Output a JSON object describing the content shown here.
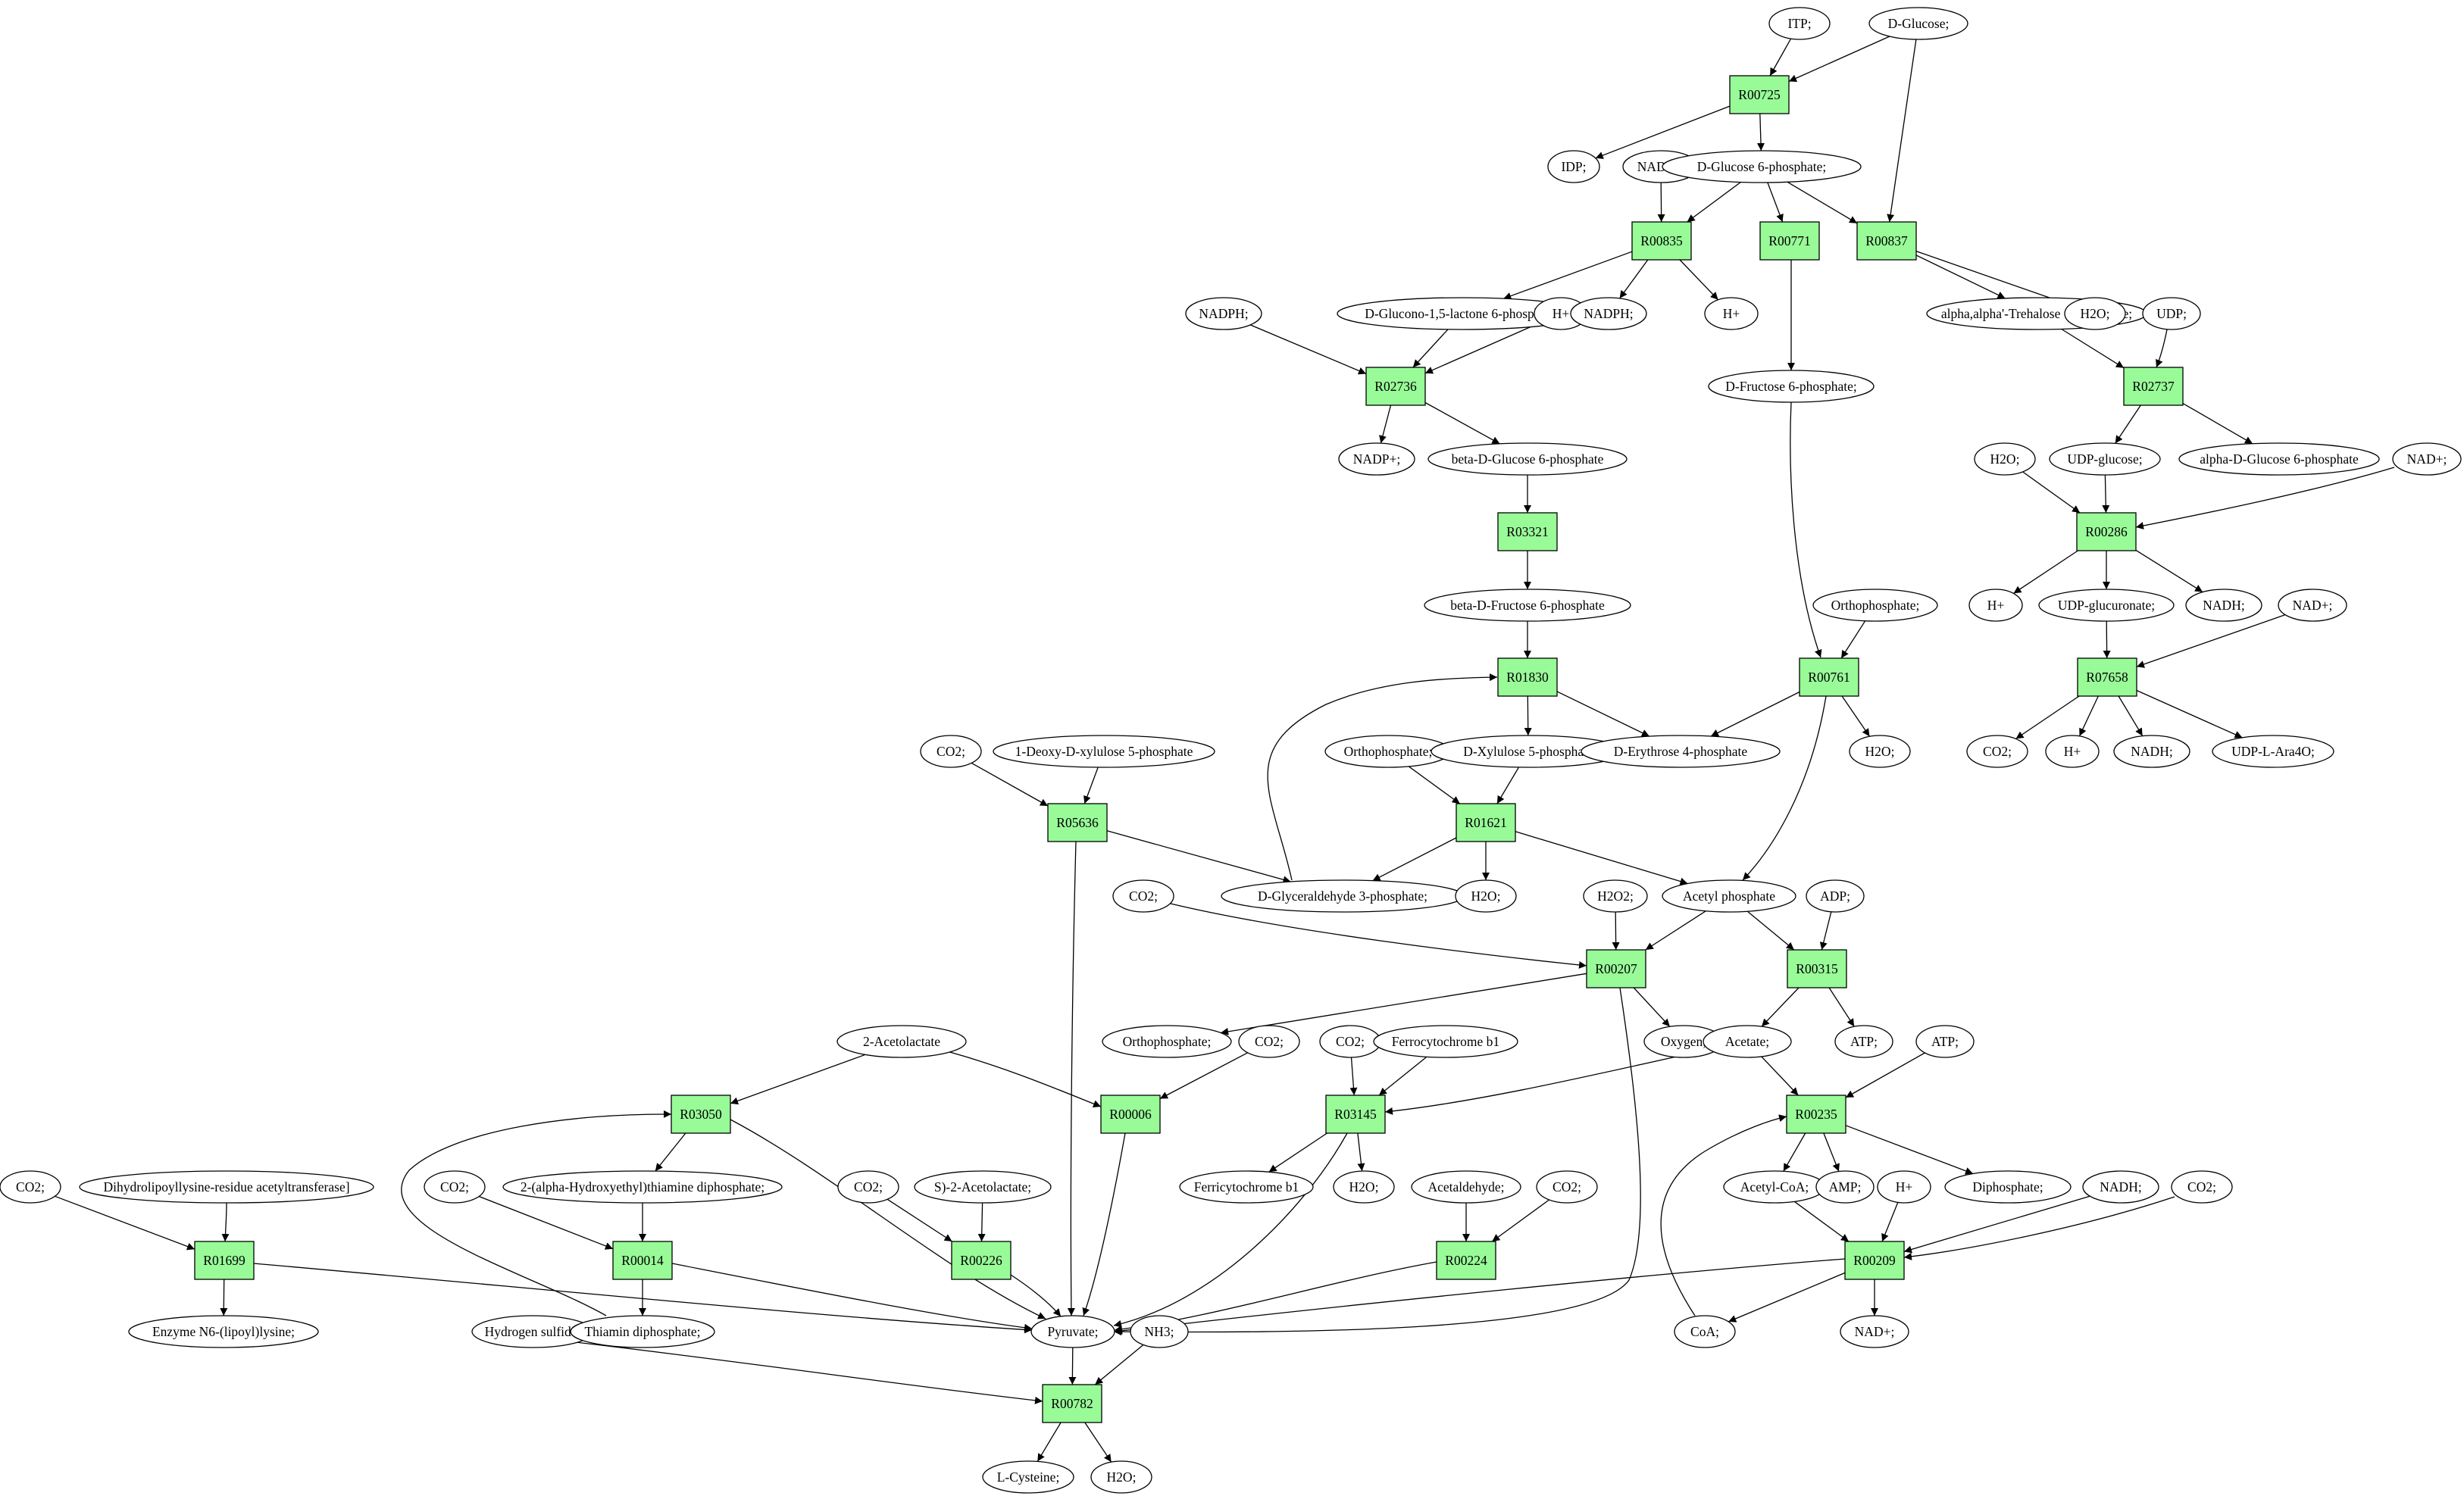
{
  "highlights": {
    "source": "D-Glucose;",
    "target": "L-Cysteine;",
    "source_color": "#00ff00",
    "target_color": "#ffff00",
    "reaction_color": "#98fb98"
  },
  "reactions": [
    {
      "id": "r00725",
      "label": "R00725"
    },
    {
      "id": "r00835",
      "label": "R00835"
    },
    {
      "id": "r00771",
      "label": "R00771"
    },
    {
      "id": "r00837",
      "label": "R00837"
    },
    {
      "id": "r02736",
      "label": "R02736"
    },
    {
      "id": "r02737",
      "label": "R02737"
    },
    {
      "id": "r03321",
      "label": "R03321"
    },
    {
      "id": "r00286",
      "label": "R00286"
    },
    {
      "id": "r01830",
      "label": "R01830"
    },
    {
      "id": "r00761",
      "label": "R00761"
    },
    {
      "id": "r07658",
      "label": "R07658"
    },
    {
      "id": "r05636",
      "label": "R05636"
    },
    {
      "id": "r01621",
      "label": "R01621"
    },
    {
      "id": "r00207",
      "label": "R00207"
    },
    {
      "id": "r00315",
      "label": "R00315"
    },
    {
      "id": "r03050",
      "label": "R03050"
    },
    {
      "id": "r00006",
      "label": "R00006"
    },
    {
      "id": "r03145",
      "label": "R03145"
    },
    {
      "id": "r00235",
      "label": "R00235"
    },
    {
      "id": "r01699",
      "label": "R01699"
    },
    {
      "id": "r00014",
      "label": "R00014"
    },
    {
      "id": "r00226",
      "label": "R00226"
    },
    {
      "id": "r00224",
      "label": "R00224"
    },
    {
      "id": "r00209",
      "label": "R00209"
    },
    {
      "id": "r00782",
      "label": "R00782"
    }
  ],
  "compounds": [
    {
      "id": "itp",
      "label": "ITP;"
    },
    {
      "id": "dglucose",
      "label": "D-Glucose;"
    },
    {
      "id": "idp",
      "label": "IDP;"
    },
    {
      "id": "nadp1",
      "label": "NADP+;"
    },
    {
      "id": "g6p",
      "label": "D-Glucose 6-phosphate;"
    },
    {
      "id": "nadph1",
      "label": "NADPH;"
    },
    {
      "id": "gl15",
      "label": "D-Glucono-1,5-lactone 6-phosphate;"
    },
    {
      "id": "hplus1",
      "label": "H+"
    },
    {
      "id": "nadph2",
      "label": "NADPH;"
    },
    {
      "id": "hplus2",
      "label": "H+"
    },
    {
      "id": "treh",
      "label": "alpha,alpha'-Trehalose 6-phosphate;"
    },
    {
      "id": "h2o1",
      "label": "H2O;"
    },
    {
      "id": "udp",
      "label": "UDP;"
    },
    {
      "id": "f6p",
      "label": "D-Fructose 6-phosphate;"
    },
    {
      "id": "nadp2",
      "label": "NADP+;"
    },
    {
      "id": "bg6p",
      "label": "beta-D-Glucose 6-phosphate"
    },
    {
      "id": "h2o2",
      "label": "H2O;"
    },
    {
      "id": "udpglc",
      "label": "UDP-glucose;"
    },
    {
      "id": "ag6p",
      "label": "alpha-D-Glucose 6-phosphate"
    },
    {
      "id": "nadplus1",
      "label": "NAD+;"
    },
    {
      "id": "bf6p",
      "label": "beta-D-Fructose 6-phosphate"
    },
    {
      "id": "ortho1",
      "label": "Orthophosphate;"
    },
    {
      "id": "hplus3",
      "label": "H+"
    },
    {
      "id": "udpglcu",
      "label": "UDP-glucuronate;"
    },
    {
      "id": "nadh1",
      "label": "NADH;"
    },
    {
      "id": "nadplus2",
      "label": "NAD+;"
    },
    {
      "id": "co2a",
      "label": "CO2;"
    },
    {
      "id": "dxp",
      "label": "1-Deoxy-D-xylulose 5-phosphate"
    },
    {
      "id": "ortho2",
      "label": "Orthophosphate;"
    },
    {
      "id": "x5p",
      "label": "D-Xylulose 5-phosphate"
    },
    {
      "id": "e4p",
      "label": "D-Erythrose 4-phosphate"
    },
    {
      "id": "h2o3",
      "label": "H2O;"
    },
    {
      "id": "co2b",
      "label": "CO2;"
    },
    {
      "id": "hplus4",
      "label": "H+"
    },
    {
      "id": "nadh2",
      "label": "NADH;"
    },
    {
      "id": "udpara",
      "label": "UDP-L-Ara4O;"
    },
    {
      "id": "gap",
      "label": "D-Glyceraldehyde 3-phosphate;"
    },
    {
      "id": "h2o4",
      "label": "H2O;"
    },
    {
      "id": "co2c",
      "label": "CO2;"
    },
    {
      "id": "h2o2x",
      "label": "H2O2;"
    },
    {
      "id": "acp",
      "label": "Acetyl phosphate"
    },
    {
      "id": "adp",
      "label": "ADP;"
    },
    {
      "id": "ortho3",
      "label": "Orthophosphate;"
    },
    {
      "id": "co2d",
      "label": "CO2;"
    },
    {
      "id": "oxygen",
      "label": "Oxygen;"
    },
    {
      "id": "acetate",
      "label": "Acetate;"
    },
    {
      "id": "atp1",
      "label": "ATP;"
    },
    {
      "id": "acl",
      "label": "2-Acetolactate"
    },
    {
      "id": "co2e",
      "label": "CO2;"
    },
    {
      "id": "ferrocyt",
      "label": "Ferrocytochrome b1"
    },
    {
      "id": "atp2",
      "label": "ATP;"
    },
    {
      "id": "co2f",
      "label": "CO2;"
    },
    {
      "id": "dlat",
      "label": "Dihydrolipoyllysine-residue acetyltransferase]"
    },
    {
      "id": "co2g",
      "label": "CO2;"
    },
    {
      "id": "hetpp",
      "label": "2-(alpha-Hydroxyethyl)thiamine diphosphate;"
    },
    {
      "id": "co2h",
      "label": "CO2;"
    },
    {
      "id": "sacl",
      "label": "S)-2-Acetolactate;"
    },
    {
      "id": "ferricyt",
      "label": "Ferricytochrome b1"
    },
    {
      "id": "h2o5",
      "label": "H2O;"
    },
    {
      "id": "acald",
      "label": "Acetaldehyde;"
    },
    {
      "id": "co2i",
      "label": "CO2;"
    },
    {
      "id": "acoa",
      "label": "Acetyl-CoA;"
    },
    {
      "id": "amp",
      "label": "AMP;"
    },
    {
      "id": "hplus5",
      "label": "H+"
    },
    {
      "id": "dipho",
      "label": "Diphosphate;"
    },
    {
      "id": "nadh3",
      "label": "NADH;"
    },
    {
      "id": "co2j",
      "label": "CO2;"
    },
    {
      "id": "enzlip",
      "label": "Enzyme N6-(lipoyl)lysine;"
    },
    {
      "id": "h2s",
      "label": "Hydrogen sulfide;"
    },
    {
      "id": "tpp",
      "label": "Thiamin diphosphate;"
    },
    {
      "id": "pyruvate",
      "label": "Pyruvate;"
    },
    {
      "id": "nh3",
      "label": "NH3;"
    },
    {
      "id": "coa",
      "label": "CoA;"
    },
    {
      "id": "nadplus3",
      "label": "NAD+;"
    },
    {
      "id": "lcys",
      "label": "L-Cysteine;"
    },
    {
      "id": "h2o6",
      "label": "H2O;"
    }
  ],
  "edges": [
    [
      "itp",
      "r00725"
    ],
    [
      "dglucose",
      "r00725"
    ],
    [
      "dglucose",
      "r00837"
    ],
    [
      "r00725",
      "idp"
    ],
    [
      "r00725",
      "g6p"
    ],
    [
      "nadp1",
      "r00835"
    ],
    [
      "g6p",
      "r00835"
    ],
    [
      "g6p",
      "r00771"
    ],
    [
      "g6p",
      "r00837"
    ],
    [
      "r00835",
      "gl15"
    ],
    [
      "r00835",
      "nadph2"
    ],
    [
      "r00835",
      "hplus2"
    ],
    [
      "r00837",
      "treh"
    ],
    [
      "r00837",
      "h2o1"
    ],
    [
      "r00771",
      "f6p"
    ],
    [
      "nadph1",
      "r02736"
    ],
    [
      "gl15",
      "r02736"
    ],
    [
      "hplus1",
      "r02736"
    ],
    [
      "treh",
      "r02737"
    ],
    [
      "udp",
      "r02737"
    ],
    [
      "r02736",
      "nadp2"
    ],
    [
      "r02736",
      "bg6p"
    ],
    [
      "r02737",
      "udpglc"
    ],
    [
      "r02737",
      "ag6p"
    ],
    [
      "bg6p",
      "r03321"
    ],
    [
      "h2o2",
      "r00286"
    ],
    [
      "udpglc",
      "r00286"
    ],
    [
      "nadplus1",
      "r00286"
    ],
    [
      "r03321",
      "bf6p"
    ],
    [
      "r00286",
      "hplus3"
    ],
    [
      "r00286",
      "udpglcu"
    ],
    [
      "r00286",
      "nadh1"
    ],
    [
      "bf6p",
      "r01830"
    ],
    [
      "gap",
      "r01830"
    ],
    [
      "f6p",
      "r00761"
    ],
    [
      "ortho1",
      "r00761"
    ],
    [
      "udpglcu",
      "r07658"
    ],
    [
      "nadplus2",
      "r07658"
    ],
    [
      "r01830",
      "x5p"
    ],
    [
      "r01830",
      "e4p"
    ],
    [
      "r00761",
      "e4p"
    ],
    [
      "r00761",
      "h2o3"
    ],
    [
      "r00761",
      "acp"
    ],
    [
      "r07658",
      "co2b"
    ],
    [
      "r07658",
      "hplus4"
    ],
    [
      "r07658",
      "nadh2"
    ],
    [
      "r07658",
      "udpara"
    ],
    [
      "dxp",
      "r05636"
    ],
    [
      "co2a",
      "r05636"
    ],
    [
      "ortho2",
      "r01621"
    ],
    [
      "x5p",
      "r01621"
    ],
    [
      "r05636",
      "gap"
    ],
    [
      "r05636",
      "pyruvate"
    ],
    [
      "r01621",
      "gap"
    ],
    [
      "r01621",
      "h2o4"
    ],
    [
      "r01621",
      "acp"
    ],
    [
      "co2c",
      "r00207"
    ],
    [
      "h2o2x",
      "r00207"
    ],
    [
      "acp",
      "r00207"
    ],
    [
      "acp",
      "r00315"
    ],
    [
      "adp",
      "r00315"
    ],
    [
      "r00207",
      "ortho3"
    ],
    [
      "r00207",
      "oxygen"
    ],
    [
      "r00207",
      "pyruvate"
    ],
    [
      "r00315",
      "acetate"
    ],
    [
      "r00315",
      "atp1"
    ],
    [
      "acl",
      "r03050"
    ],
    [
      "acl",
      "r00006"
    ],
    [
      "co2d",
      "r00006"
    ],
    [
      "co2e",
      "r03145"
    ],
    [
      "ferrocyt",
      "r03145"
    ],
    [
      "acetate",
      "r03145"
    ],
    [
      "acetate",
      "r00235"
    ],
    [
      "atp2",
      "r00235"
    ],
    [
      "coa",
      "r00235"
    ],
    [
      "r03050",
      "hetpp"
    ],
    [
      "r03050",
      "pyruvate"
    ],
    [
      "r00006",
      "pyruvate"
    ],
    [
      "r03145",
      "ferricyt"
    ],
    [
      "r03145",
      "h2o5"
    ],
    [
      "r03145",
      "pyruvate"
    ],
    [
      "r00235",
      "acoa"
    ],
    [
      "r00235",
      "amp"
    ],
    [
      "r00235",
      "dipho"
    ],
    [
      "co2f",
      "r01699"
    ],
    [
      "dlat",
      "r01699"
    ],
    [
      "co2g",
      "r00014"
    ],
    [
      "hetpp",
      "r00014"
    ],
    [
      "co2h",
      "r00226"
    ],
    [
      "sacl",
      "r00226"
    ],
    [
      "acald",
      "r00224"
    ],
    [
      "co2i",
      "r00224"
    ],
    [
      "acoa",
      "r00209"
    ],
    [
      "hplus5",
      "r00209"
    ],
    [
      "nadh3",
      "r00209"
    ],
    [
      "co2j",
      "r00209"
    ],
    [
      "r01699",
      "enzlip"
    ],
    [
      "r01699",
      "pyruvate"
    ],
    [
      "r00014",
      "tpp"
    ],
    [
      "r00014",
      "pyruvate"
    ],
    [
      "tpp",
      "r03050"
    ],
    [
      "r00226",
      "pyruvate"
    ],
    [
      "r00224",
      "pyruvate"
    ],
    [
      "r00209",
      "pyruvate"
    ],
    [
      "r00209",
      "coa"
    ],
    [
      "r00209",
      "nadplus3"
    ],
    [
      "pyruvate",
      "r00782"
    ],
    [
      "h2s",
      "r00782"
    ],
    [
      "nh3",
      "r00782"
    ],
    [
      "r00782",
      "lcys"
    ],
    [
      "r00782",
      "h2o6"
    ]
  ]
}
